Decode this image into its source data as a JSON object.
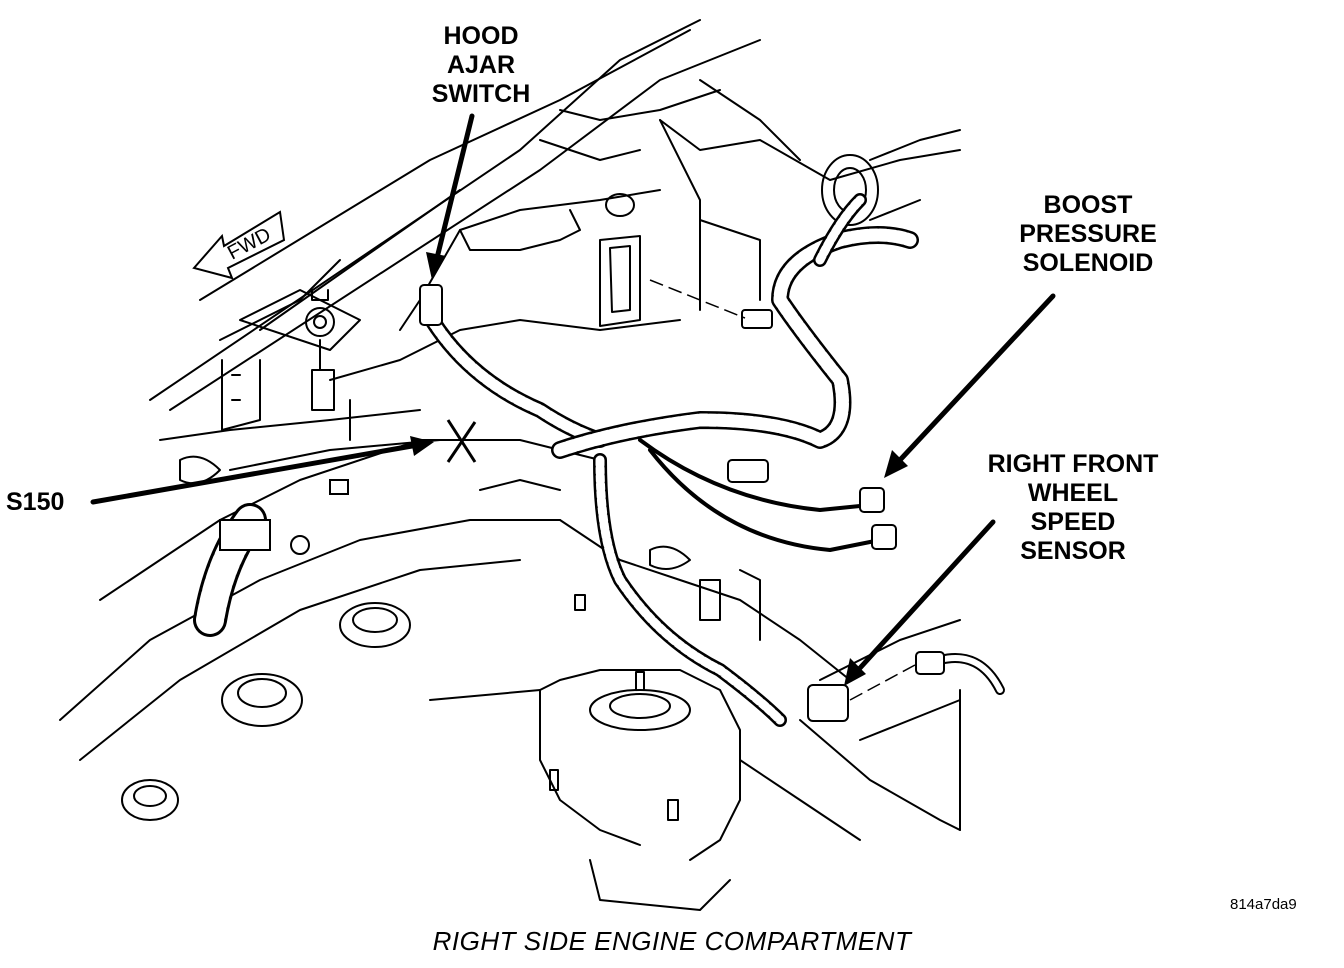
{
  "callouts": {
    "hood_ajar_switch": "HOOD\nAJAR\nSWITCH",
    "boost_pressure_solenoid": "BOOST\nPRESSURE\nSOLENOID",
    "right_front_wheel_speed_sensor": "RIGHT FRONT\nWHEEL\nSPEED\nSENSOR",
    "s150": "S150"
  },
  "direction_label": "FWD",
  "figure_code": "814a7da9",
  "caption": "RIGHT SIDE ENGINE COMPARTMENT"
}
